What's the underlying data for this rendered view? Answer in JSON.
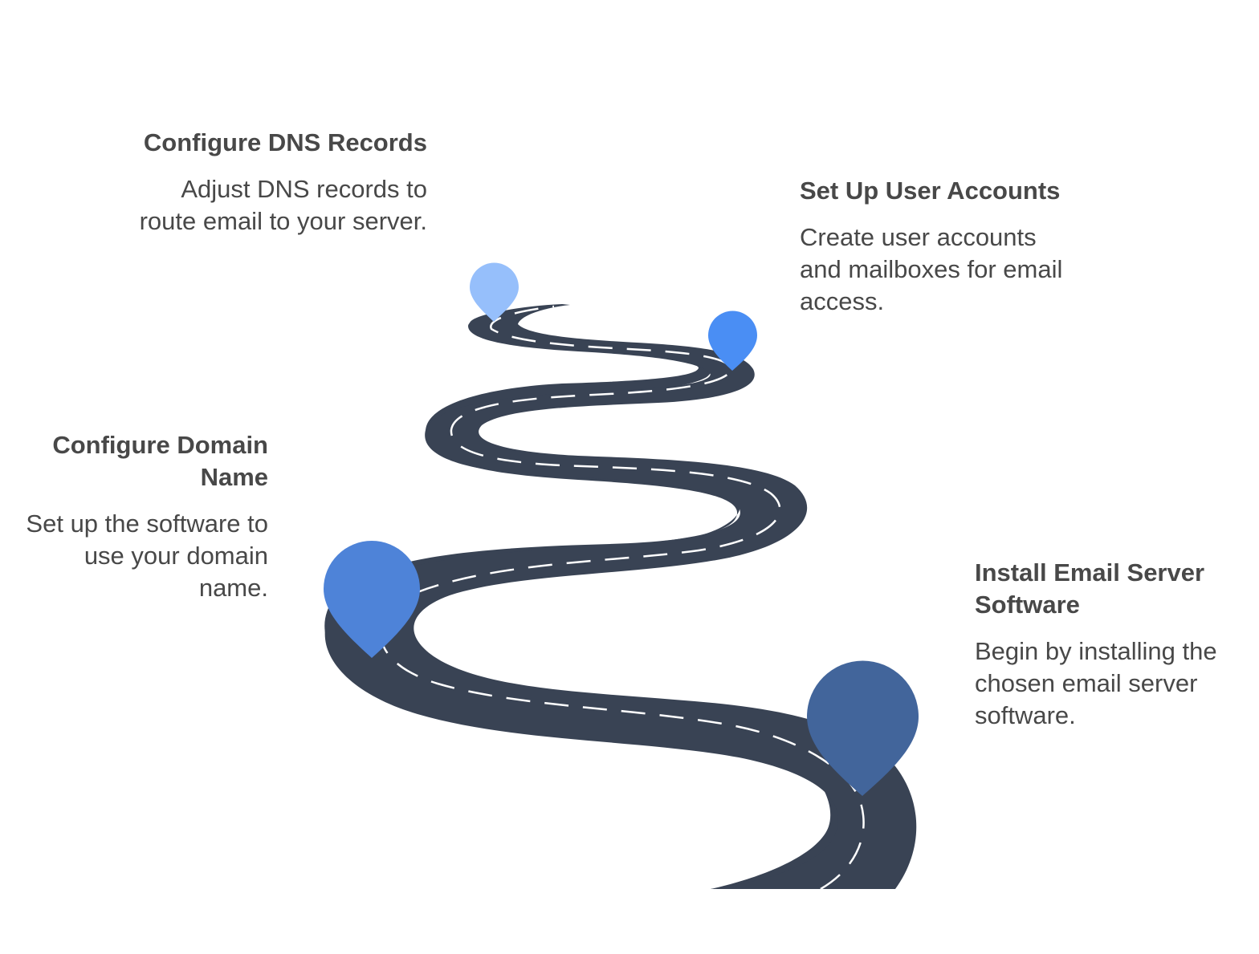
{
  "steps": [
    {
      "title": "Install Email Server Software",
      "description": "Begin by installing the chosen email server software.",
      "color": "#42659b"
    },
    {
      "title": "Configure Domain Name",
      "description": "Set up the software to use your domain name.",
      "color": "#4e83d8"
    },
    {
      "title": "Set Up User Accounts",
      "description": "Create user accounts and mailboxes for email access.",
      "color": "#4a8ef4"
    },
    {
      "title": "Configure DNS Records",
      "description": "Adjust DNS records to route email to your server.",
      "color": "#96bffb"
    }
  ],
  "colors": {
    "road": "#394354",
    "road_marking": "#ffffff",
    "text": "#484848"
  },
  "icons": [
    "map-pin-icon"
  ]
}
